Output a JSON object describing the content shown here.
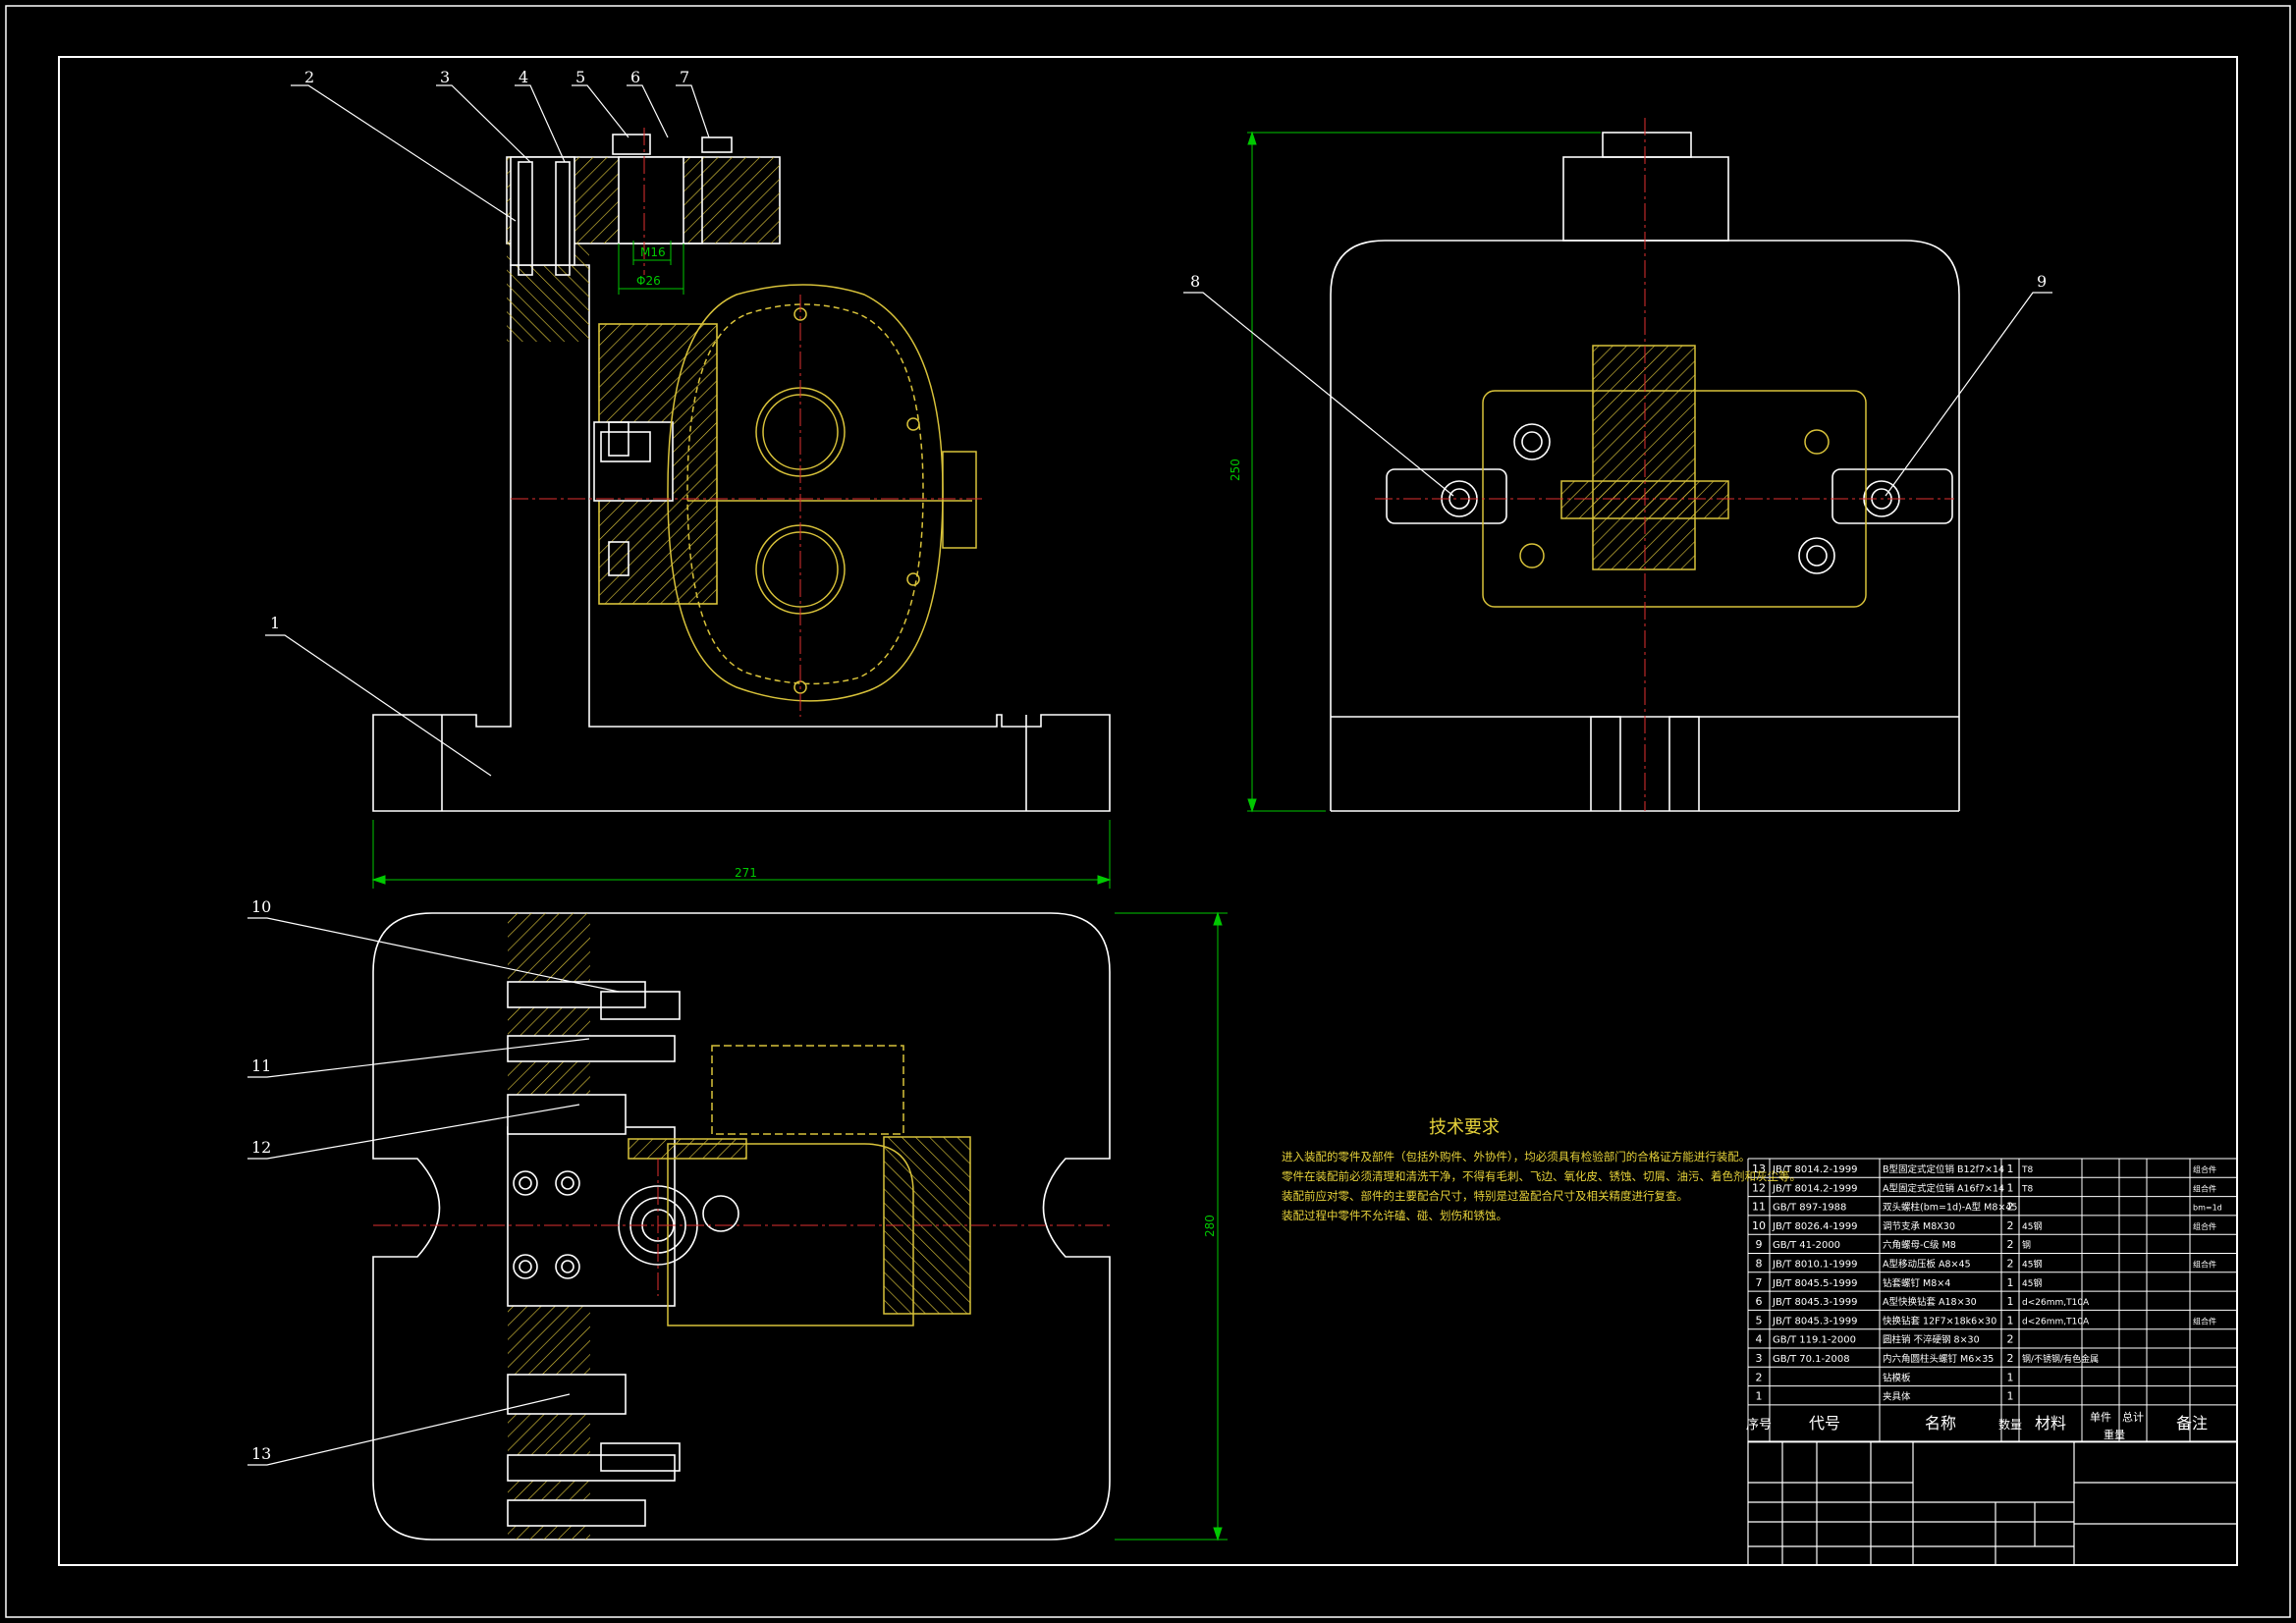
{
  "views": {
    "front": {
      "balloons": [
        "1",
        "2",
        "3",
        "4",
        "5",
        "6",
        "7"
      ],
      "dims": [
        "271",
        "M16",
        "Φ26"
      ]
    },
    "side": {
      "balloons": [
        "8",
        "9"
      ],
      "dims": [
        "250"
      ]
    },
    "top": {
      "balloons": [
        "10",
        "11",
        "12",
        "13"
      ],
      "dims": [
        "280"
      ]
    }
  },
  "tech": {
    "title": "技术要求",
    "lines": [
      "进入装配的零件及部件（包括外购件、外协件），均必须具有检验部门的合格证方能进行装配。",
      "零件在装配前必须清理和清洗干净，不得有毛刺、飞边、氧化皮、锈蚀、切屑、油污、着色剂和灰尘等。",
      "装配前应对零、部件的主要配合尺寸，特别是过盈配合尺寸及相关精度进行复查。",
      "装配过程中零件不允许磕、碰、划伤和锈蚀。"
    ]
  },
  "bom": {
    "rows": [
      {
        "no": "13",
        "code": "JB/T 8014.2-1999",
        "name": "B型固定式定位销 B12f7×14",
        "qty": "1",
        "mat": "T8",
        "note": "组合件"
      },
      {
        "no": "12",
        "code": "JB/T 8014.2-1999",
        "name": "A型固定式定位销 A16f7×14",
        "qty": "1",
        "mat": "T8",
        "note": "组合件"
      },
      {
        "no": "11",
        "code": "GB/T 897-1988",
        "name": "双头螺柱(bm=1d)-A型 M8×45",
        "qty": "2",
        "mat": "",
        "note": "bm=1d"
      },
      {
        "no": "10",
        "code": "JB/T 8026.4-1999",
        "name": "调节支承 M8X30",
        "qty": "2",
        "mat": "45钢",
        "note": "组合件"
      },
      {
        "no": "9",
        "code": "GB/T 41-2000",
        "name": "六角螺母-C级 M8",
        "qty": "2",
        "mat": "钢",
        "note": ""
      },
      {
        "no": "8",
        "code": "JB/T 8010.1-1999",
        "name": "A型移动压板 A8×45",
        "qty": "2",
        "mat": "45钢",
        "note": "组合件"
      },
      {
        "no": "7",
        "code": "JB/T 8045.5-1999",
        "name": "钻套螺钉 M8×4",
        "qty": "1",
        "mat": "45钢",
        "note": ""
      },
      {
        "no": "6",
        "code": "JB/T 8045.3-1999",
        "name": "A型快换钻套 A18×30",
        "qty": "1",
        "mat": "d<26mm,T10A",
        "note": ""
      },
      {
        "no": "5",
        "code": "JB/T 8045.3-1999",
        "name": "快换钻套 12F7×18k6×30",
        "qty": "1",
        "mat": "d<26mm,T10A",
        "note": "组合件"
      },
      {
        "no": "4",
        "code": "GB/T 119.1-2000",
        "name": "圆柱销 不淬硬钢 8×30",
        "qty": "2",
        "mat": "",
        "note": ""
      },
      {
        "no": "3",
        "code": "GB/T 70.1-2008",
        "name": "内六角圆柱头螺钉 M6×35",
        "qty": "2",
        "mat": "钢/不锈钢/有色金属",
        "note": ""
      },
      {
        "no": "2",
        "code": "",
        "name": "钻模板",
        "qty": "1",
        "mat": "",
        "note": ""
      },
      {
        "no": "1",
        "code": "",
        "name": "夹具体",
        "qty": "1",
        "mat": "",
        "note": ""
      }
    ],
    "header": {
      "no": "序号",
      "code": "代号",
      "name": "名称",
      "qty": "数量",
      "mat": "材料",
      "single": "单件",
      "total": "总计",
      "weight": "重量",
      "note": "备注"
    }
  },
  "colors": {
    "outline": "#ffffff",
    "center": "#e03030",
    "hatch": "#d8c23a",
    "dim": "#00c800",
    "frame": "#ffffff",
    "text": "#e6d23a"
  }
}
